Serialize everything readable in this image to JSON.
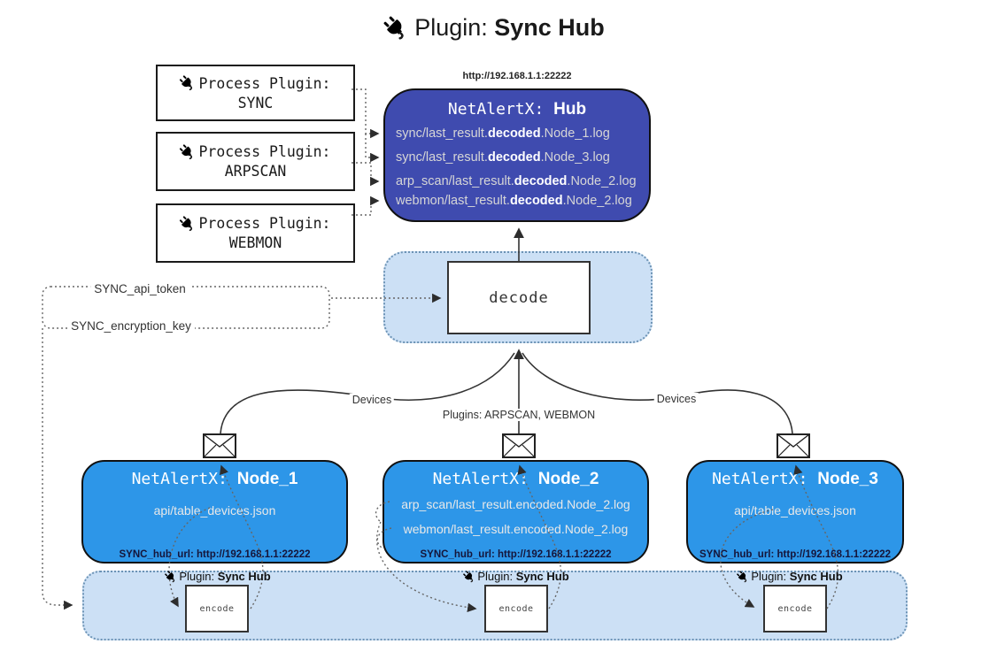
{
  "title": {
    "prefix": "Plugin: ",
    "bold": "Sync Hub"
  },
  "hub": {
    "url": "http://192.168.1.1:22222",
    "title_mono": "NetAlertX: ",
    "title_bold": "Hub",
    "files": [
      {
        "pre": "sync/last_result.",
        "bold": "decoded",
        "post": ".Node_1.log"
      },
      {
        "pre": "sync/last_result.",
        "bold": "decoded",
        "post": ".Node_3.log"
      },
      {
        "pre": "arp_scan/last_result.",
        "bold": "decoded",
        "post": ".Node_2.log"
      },
      {
        "pre": "webmon/last_result.",
        "bold": "decoded",
        "post": ".Node_2.log"
      }
    ]
  },
  "process_plugins": [
    {
      "line1": "Process Plugin:",
      "line2": "SYNC"
    },
    {
      "line1": "Process Plugin:",
      "line2": "ARPSCAN"
    },
    {
      "line1": "Process Plugin:",
      "line2": "WEBMON"
    }
  ],
  "decode_label": "decode",
  "tokens": {
    "api_token": "SYNC_api_token",
    "encryption_key": "SYNC_encryption_key"
  },
  "edges": {
    "devices_left": "Devices",
    "plugins_mid": "Plugins: ARPSCAN, WEBMON",
    "devices_right": "Devices"
  },
  "nodes": [
    {
      "title_mono": "NetAlertX: ",
      "title_bold": "Node_1",
      "files": [
        "api/table_devices.json"
      ],
      "hub_url": "SYNC_hub_url: http://192.168.1.1:22222"
    },
    {
      "title_mono": "NetAlertX: ",
      "title_bold": "Node_2",
      "files": [
        "arp_scan/last_result.encoded.Node_2.log",
        "webmon/last_result.encoded.Node_2.log"
      ],
      "hub_url": "SYNC_hub_url: http://192.168.1.1:22222"
    },
    {
      "title_mono": "NetAlertX: ",
      "title_bold": "Node_3",
      "files": [
        "api/table_devices.json"
      ],
      "hub_url": "SYNC_hub_url: http://192.168.1.1:22222"
    }
  ],
  "encoders": {
    "plugin_prefix": "Plugin: ",
    "plugin_bold": "Sync Hub",
    "encode_label": "encode"
  },
  "colors": {
    "hub_fill": "#3F4BAF",
    "node_fill": "#2D96E8",
    "container_fill": "#CCE0F5",
    "container_border": "#6C93B5",
    "line": "#333333",
    "hub_text": "#D6D6D6",
    "node_text": "#E8E8E8"
  }
}
